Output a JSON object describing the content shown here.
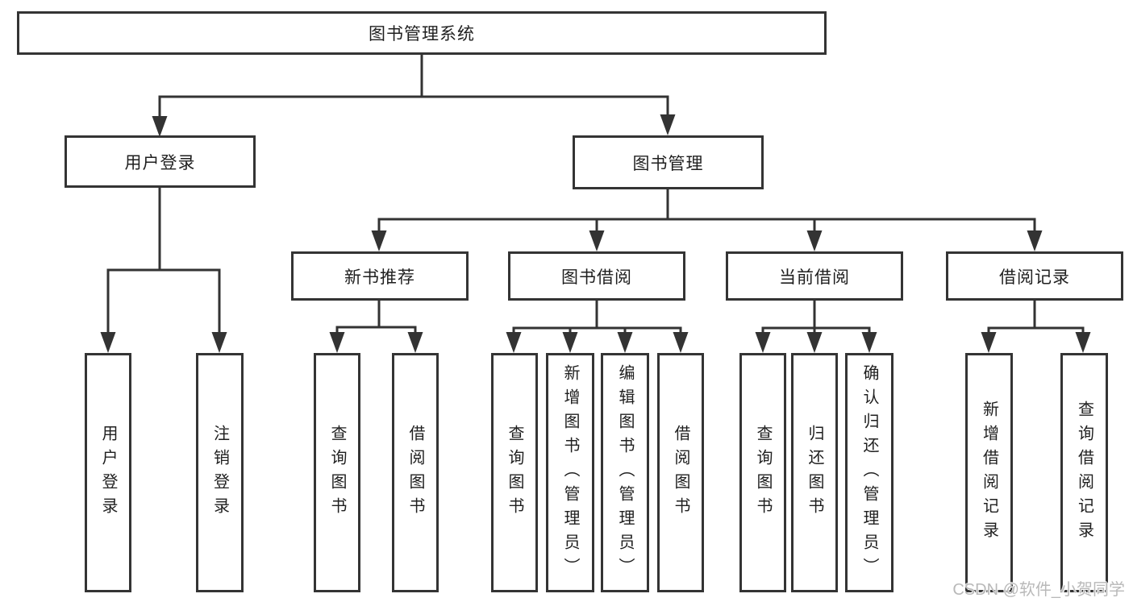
{
  "tree": {
    "root": {
      "label": "图书管理系统",
      "children": [
        {
          "label": "用户登录",
          "children": [
            {
              "label": "用户登录"
            },
            {
              "label": "注销登录"
            }
          ]
        },
        {
          "label": "图书管理",
          "children": [
            {
              "label": "新书推荐",
              "children": [
                {
                  "label": "查询图书"
                },
                {
                  "label": "借阅图书"
                }
              ]
            },
            {
              "label": "图书借阅",
              "children": [
                {
                  "label": "查询图书"
                },
                {
                  "label": "新增图书（管理员）"
                },
                {
                  "label": "编辑图书（管理员）"
                },
                {
                  "label": "借阅图书"
                }
              ]
            },
            {
              "label": "当前借阅",
              "children": [
                {
                  "label": "查询图书"
                },
                {
                  "label": "归还图书"
                },
                {
                  "label": "确认归还（管理员）"
                }
              ]
            },
            {
              "label": "借阅记录",
              "children": [
                {
                  "label": "新增借阅记录"
                },
                {
                  "label": "查询借阅记录"
                }
              ]
            }
          ]
        }
      ]
    }
  },
  "watermark": {
    "text": "CSDN @软件_小贺同学"
  },
  "colors": {
    "line": "#333333",
    "box_border": "#343434",
    "box_bg": "#ffffff",
    "text": "#1f1f1f",
    "watermark": "#b9b9b9"
  }
}
